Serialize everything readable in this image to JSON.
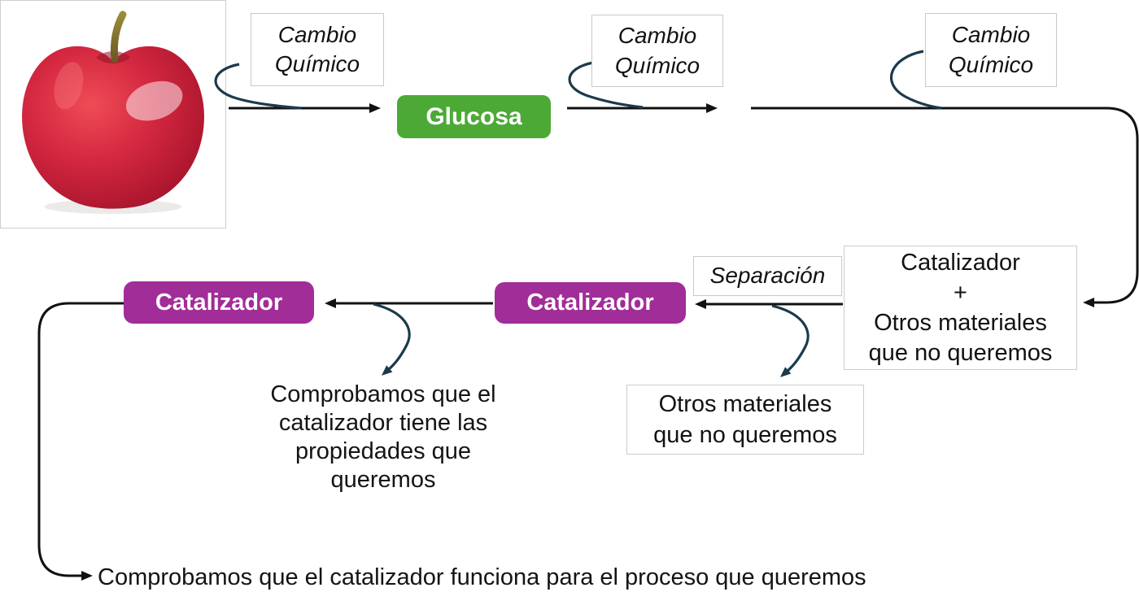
{
  "diagram": {
    "labels": {
      "chemical_change": "Cambio Químico",
      "separation": "Separación"
    },
    "nodes": {
      "glucose": "Glucosa",
      "catalyst": "Catalizador",
      "mixture_lines": [
        "Catalizador",
        "+",
        "Otros materiales",
        "que no queremos"
      ],
      "other_materials": "Otros materiales que no queremos"
    },
    "notes": {
      "properties_check": "Comprobamos que el catalizador tiene las propiedades que queremos",
      "process_check": "Comprobamos que el catalizador funciona para el proceso que queremos"
    },
    "media": {
      "apple": "red-apple-photo"
    },
    "colors": {
      "glucose_green": "#4CA936",
      "catalyst_purple": "#A12D99",
      "connector_navy": "#1B3A4C",
      "arrow_black": "#111111"
    }
  }
}
